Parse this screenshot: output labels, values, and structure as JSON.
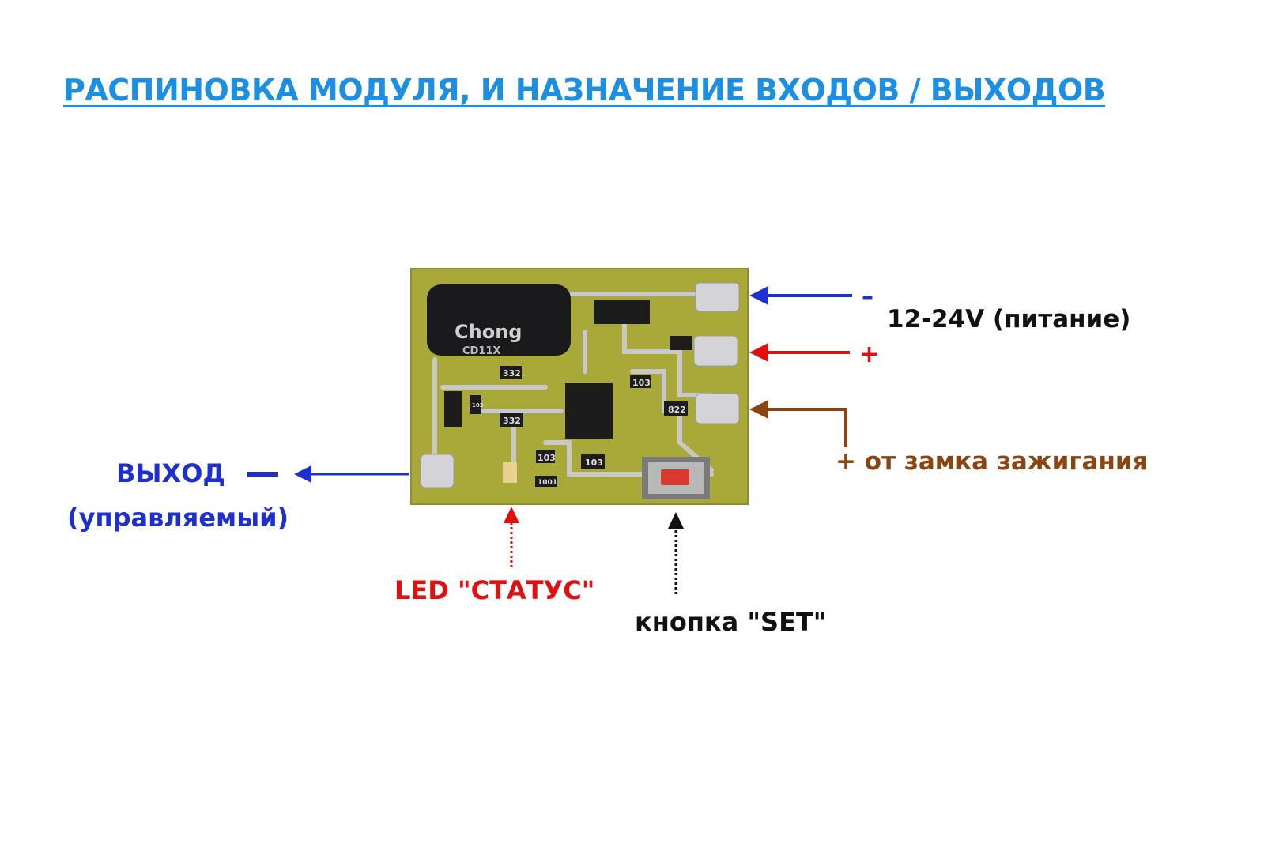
{
  "title": "РАСПИНОВКА МОДУЛЯ, И НАЗНАЧЕНИЕ ВХОДОВ / ВЫХОДОВ",
  "labels": {
    "power": "12-24V (питание)",
    "minus": "–",
    "plus": "+",
    "ignition": "+ от замка зажигания",
    "output_line1": "ВЫХОД",
    "output_minus": "–",
    "output_line2": "(управляемый)",
    "led": "LED \"СТАТУС\"",
    "set_button": "кнопка \"SET\""
  },
  "pcb": {
    "capacitor_brand": "Chong",
    "capacitor_model": "CD11X",
    "resistor_codes": [
      "332",
      "332",
      "103",
      "103",
      "103",
      "103",
      "822",
      "1001"
    ]
  },
  "colors": {
    "title": "#1a8fe3",
    "minus": "#1e2fd0",
    "plus": "#e01010",
    "ignition": "#8b4513",
    "pcb": "#a8a832"
  }
}
